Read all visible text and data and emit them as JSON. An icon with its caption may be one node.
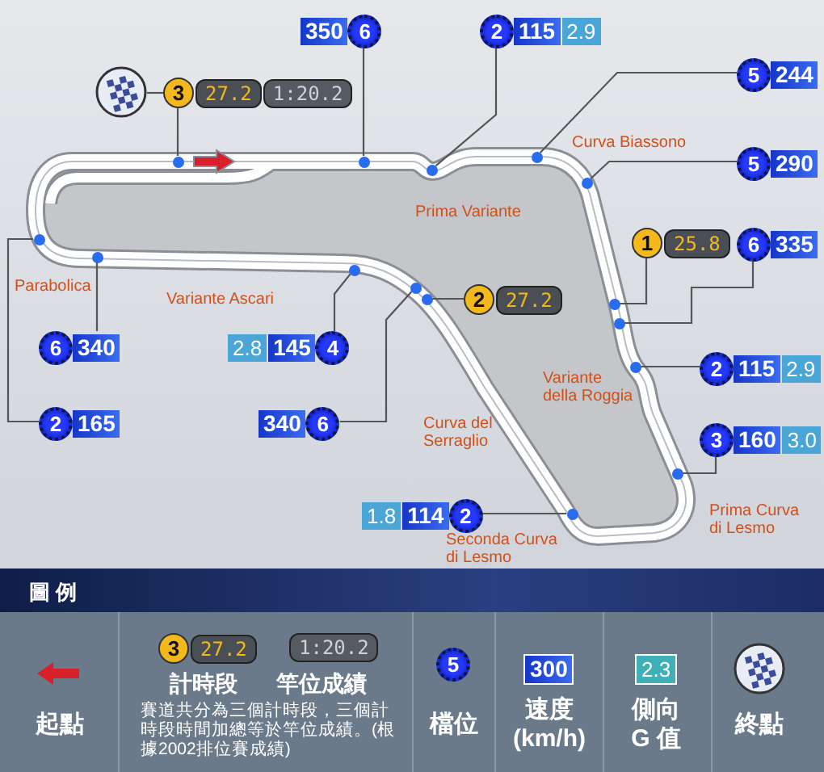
{
  "diagram": {
    "nodes": [
      {
        "text": [
          "350",
          "6"
        ]
      },
      {
        "text": [
          "2",
          "115",
          "2.9"
        ]
      },
      {
        "text": [
          "5",
          "244"
        ]
      },
      {
        "text": [],
        "shape": "picture"
      },
      {
        "text": [
          "3",
          "27.2",
          "1:20.2"
        ]
      },
      {
        "text": [
          "5",
          "290"
        ]
      },
      {
        "text": [
          "1",
          "25.8"
        ]
      },
      {
        "text": [
          "6",
          "335"
        ]
      },
      {
        "text": [
          "2",
          "27.2"
        ]
      },
      {
        "text": [
          "6",
          "340"
        ]
      },
      {
        "text": [
          "2.8",
          "145",
          "4"
        ]
      },
      {
        "text": [
          "2",
          "115",
          "2.9"
        ]
      },
      {
        "text": [
          "2",
          "165"
        ]
      },
      {
        "text": [
          "340",
          "6"
        ]
      },
      {
        "text": [
          "3",
          "160",
          "3.0"
        ]
      },
      {
        "text": [
          "1.8",
          "114",
          "2"
        ]
      },
      {
        "text": [],
        "shape": "circle"
      },
      {
        "text": [],
        "shape": "circle"
      },
      {
        "text": [],
        "shape": "circle"
      },
      {
        "text": [],
        "shape": "circle"
      },
      {
        "text": [],
        "shape": "circle"
      },
      {
        "text": [],
        "shape": "circle"
      },
      {
        "text": [],
        "shape": "circle"
      },
      {
        "text": [],
        "shape": "circle"
      },
      {
        "text": [],
        "shape": "circle"
      },
      {
        "text": [],
        "shape": "circle"
      },
      {
        "text": [],
        "shape": "circle"
      },
      {
        "text": [],
        "shape": "circle"
      },
      {
        "text": [],
        "shape": "circle"
      },
      {
        "text": [],
        "shape": "circle"
      },
      {
        "text": [],
        "shape": "circle"
      },
      {
        "text": [
          "3",
          "27.2"
        ]
      },
      {
        "text": [
          "1:20.2"
        ]
      },
      {
        "text": [
          "5"
        ]
      },
      {
        "text": [
          "300"
        ]
      },
      {
        "text": [
          "2.3"
        ]
      }
    ],
    "edges": [
      {
        "from": 3,
        "to": 4,
        "arrow": "none"
      },
      {
        "from": 0,
        "to": 20,
        "arrow": "none"
      },
      {
        "from": 1,
        "to": 23,
        "arrow": "none"
      },
      {
        "from": 2,
        "to": 24,
        "arrow": "none"
      },
      {
        "from": 4,
        "to": 18,
        "arrow": "none"
      },
      {
        "from": 5,
        "to": 26,
        "arrow": "none"
      },
      {
        "from": 6,
        "to": 27,
        "arrow": "none"
      },
      {
        "from": 7,
        "to": 28,
        "arrow": "none"
      },
      {
        "from": 8,
        "to": 22,
        "arrow": "none"
      },
      {
        "from": 9,
        "to": 17,
        "arrow": "none"
      },
      {
        "from": 10,
        "to": 19,
        "arrow": "none"
      },
      {
        "from": 11,
        "to": 29,
        "arrow": "none"
      },
      {
        "from": 12,
        "to": 16,
        "arrow": "none"
      },
      {
        "from": 13,
        "to": 21,
        "arrow": "none"
      },
      {
        "from": 14,
        "to": 30,
        "arrow": "none"
      },
      {
        "from": 15,
        "to": 25,
        "arrow": "none"
      }
    ],
    "labels": [
      "Curva Biassono",
      "Prima Variante",
      "Parabolica",
      "Variante Ascari",
      "Variante della Roggia",
      "Curva del Serraglio",
      "Prima Curva di Lesmo",
      "Seconda Curva di Lesmo",
      "圖 例",
      "賽道共分為三個計時段，三個計時段時間加總等於竿位成績。(根據2002排位賽成績)"
    ],
    "legend": [
      {
        "text": "起點"
      },
      {
        "text": "計時段"
      },
      {
        "text": "竿位成績"
      },
      {
        "text": "檔位"
      },
      {
        "text": "速度 (km/h)"
      },
      {
        "text": "側向 G 值"
      },
      {
        "text": "終點"
      }
    ]
  }
}
